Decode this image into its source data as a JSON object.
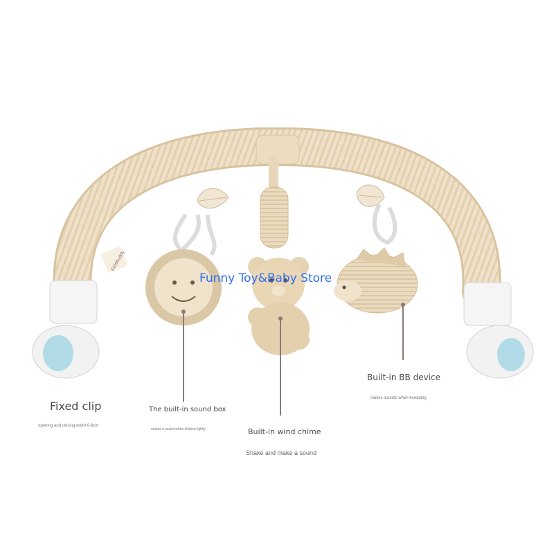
{
  "watermark": "Funny Toy&Baby Store",
  "brand_tag": "Kidsbuddy",
  "callouts": {
    "fixed_clip": {
      "title": "Fixed clip",
      "subtitle": "opening and closing width 0-9cm"
    },
    "sound_box": {
      "title": "The built-in sound box",
      "subtitle": "makes a sound when shaken lightly"
    },
    "wind_chime": {
      "title": "Built-in wind chime",
      "subtitle": "Shake and make a sound"
    },
    "bb_device": {
      "title": "Built-in BB device",
      "subtitle": "makes sounds when kneading"
    }
  },
  "colors": {
    "plush": "#efe1c9",
    "plush_dark": "#d8c3a0",
    "stripe": "#e3cfae",
    "clip": "#f4f4f4",
    "clip_accent": "#9fd4e3",
    "leader_line": "#8a7c70",
    "watermark": "#2f6df0"
  }
}
